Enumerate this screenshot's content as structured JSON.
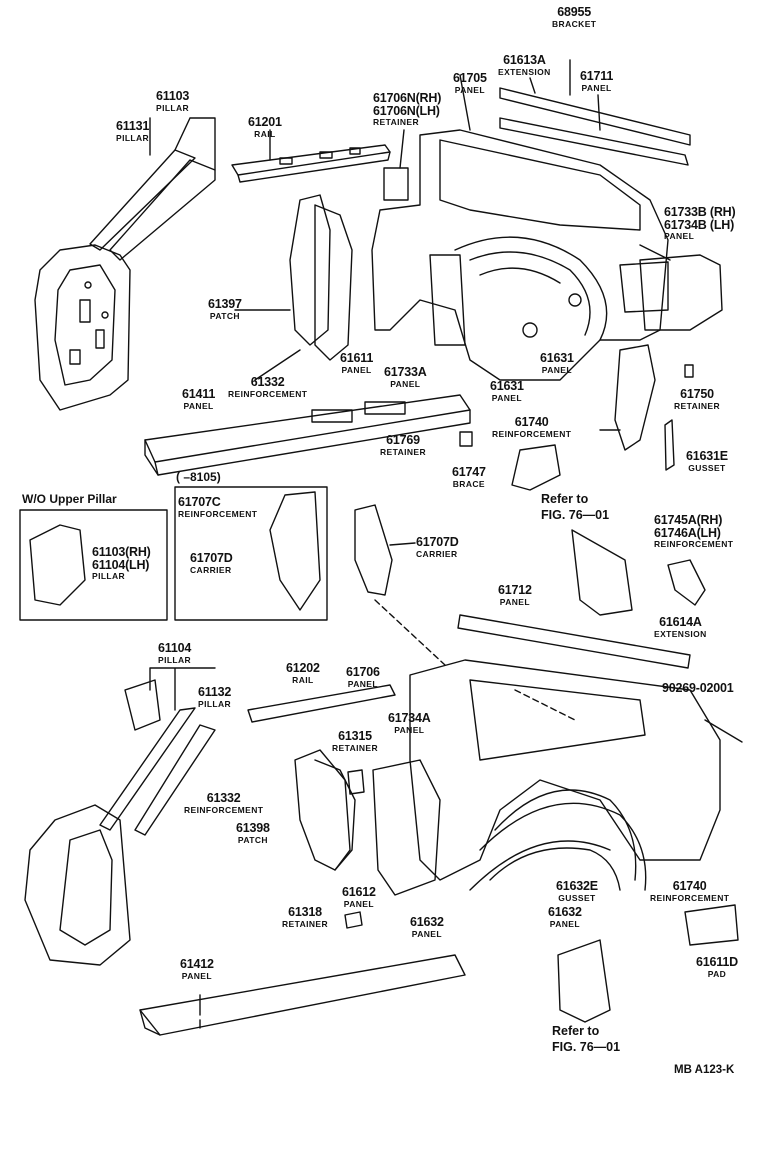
{
  "labels": {
    "l68955": {
      "num": "68955",
      "name": "BRACKET"
    },
    "l61613A": {
      "num": "61613A",
      "name": "EXTENSION"
    },
    "l61711": {
      "num": "61711",
      "name": "PANEL"
    },
    "l61705": {
      "num": "61705",
      "name": "PANEL"
    },
    "l61706N": {
      "num": "61706N(RH)",
      "num2": "61706N(LH)",
      "name": "RETAINER"
    },
    "l61103top": {
      "num": "61103",
      "name": "PILLAR"
    },
    "l61131": {
      "num": "61131",
      "name": "PILLAR"
    },
    "l61201": {
      "num": "61201",
      "name": "RAIL"
    },
    "l61733B": {
      "num": "61733B (RH)",
      "num2": "61734B (LH)",
      "name": "PANEL"
    },
    "l61397": {
      "num": "61397",
      "name": "PATCH"
    },
    "l61611": {
      "num": "61611",
      "name": "PANEL"
    },
    "l61733A": {
      "num": "61733A",
      "name": "PANEL"
    },
    "l61631a": {
      "num": "61631",
      "name": "PANEL"
    },
    "l61631b": {
      "num": "61631",
      "name": "PANEL"
    },
    "l61332top": {
      "num": "61332",
      "name": "REINFORCEMENT"
    },
    "l61411": {
      "num": "61411",
      "name": "PANEL"
    },
    "l61750": {
      "num": "61750",
      "name": "RETAINER"
    },
    "l61740top": {
      "num": "61740",
      "name": "REINFORCEMENT"
    },
    "l61769": {
      "num": "61769",
      "name": "RETAINER"
    },
    "l61631E": {
      "num": "61631E",
      "name": "GUSSET"
    },
    "l61747": {
      "num": "61747",
      "name": "BRACE"
    },
    "l61103box": {
      "num": "61103(RH)",
      "num2": "61104(LH)",
      "name": "PILLAR"
    },
    "l61707C": {
      "num": "61707C",
      "name": "REINFORCEMENT"
    },
    "l61707D_box": {
      "num": "61707D",
      "name": "CARRIER"
    },
    "l61707D": {
      "num": "61707D",
      "name": "CARRIER"
    },
    "l61745A": {
      "num": "61745A(RH)",
      "num2": "61746A(LH)",
      "name": "REINFORCEMENT"
    },
    "l61712": {
      "num": "61712",
      "name": "PANEL"
    },
    "l61614A": {
      "num": "61614A",
      "name": "EXTENSION"
    },
    "l61104": {
      "num": "61104",
      "name": "PILLAR"
    },
    "l61132": {
      "num": "61132",
      "name": "PILLAR"
    },
    "l61202": {
      "num": "61202",
      "name": "RAIL"
    },
    "l61706": {
      "num": "61706",
      "name": "PANEL"
    },
    "l90269": {
      "num": "90269-02001",
      "name": ""
    },
    "l61734A": {
      "num": "61734A",
      "name": "PANEL"
    },
    "l61315": {
      "num": "61315",
      "name": "RETAINER"
    },
    "l61332bot": {
      "num": "61332",
      "name": "REINFORCEMENT"
    },
    "l61398": {
      "num": "61398",
      "name": "PATCH"
    },
    "l61612": {
      "num": "61612",
      "name": "PANEL"
    },
    "l61632E": {
      "num": "61632E",
      "name": "GUSSET"
    },
    "l61740bot": {
      "num": "61740",
      "name": "REINFORCEMENT"
    },
    "l61318": {
      "num": "61318",
      "name": "RETAINER"
    },
    "l61632a": {
      "num": "61632",
      "name": "PANEL"
    },
    "l61632b": {
      "num": "61632",
      "name": "PANEL"
    },
    "l61611D": {
      "num": "61611D",
      "name": "PAD"
    },
    "l61412": {
      "num": "61412",
      "name": "PANEL"
    }
  },
  "notes": {
    "wo_upper_pillar": "W/O Upper Pillar",
    "date_range": "(       –8105)",
    "refer1_line1": "Refer to",
    "refer1_line2": "FIG. 76—01",
    "refer2_line1": "Refer to",
    "refer2_line2": "FIG. 76—01",
    "drawing_code": "MB A123-K"
  },
  "colors": {
    "ink": "#111111",
    "paper": "#ffffff"
  }
}
